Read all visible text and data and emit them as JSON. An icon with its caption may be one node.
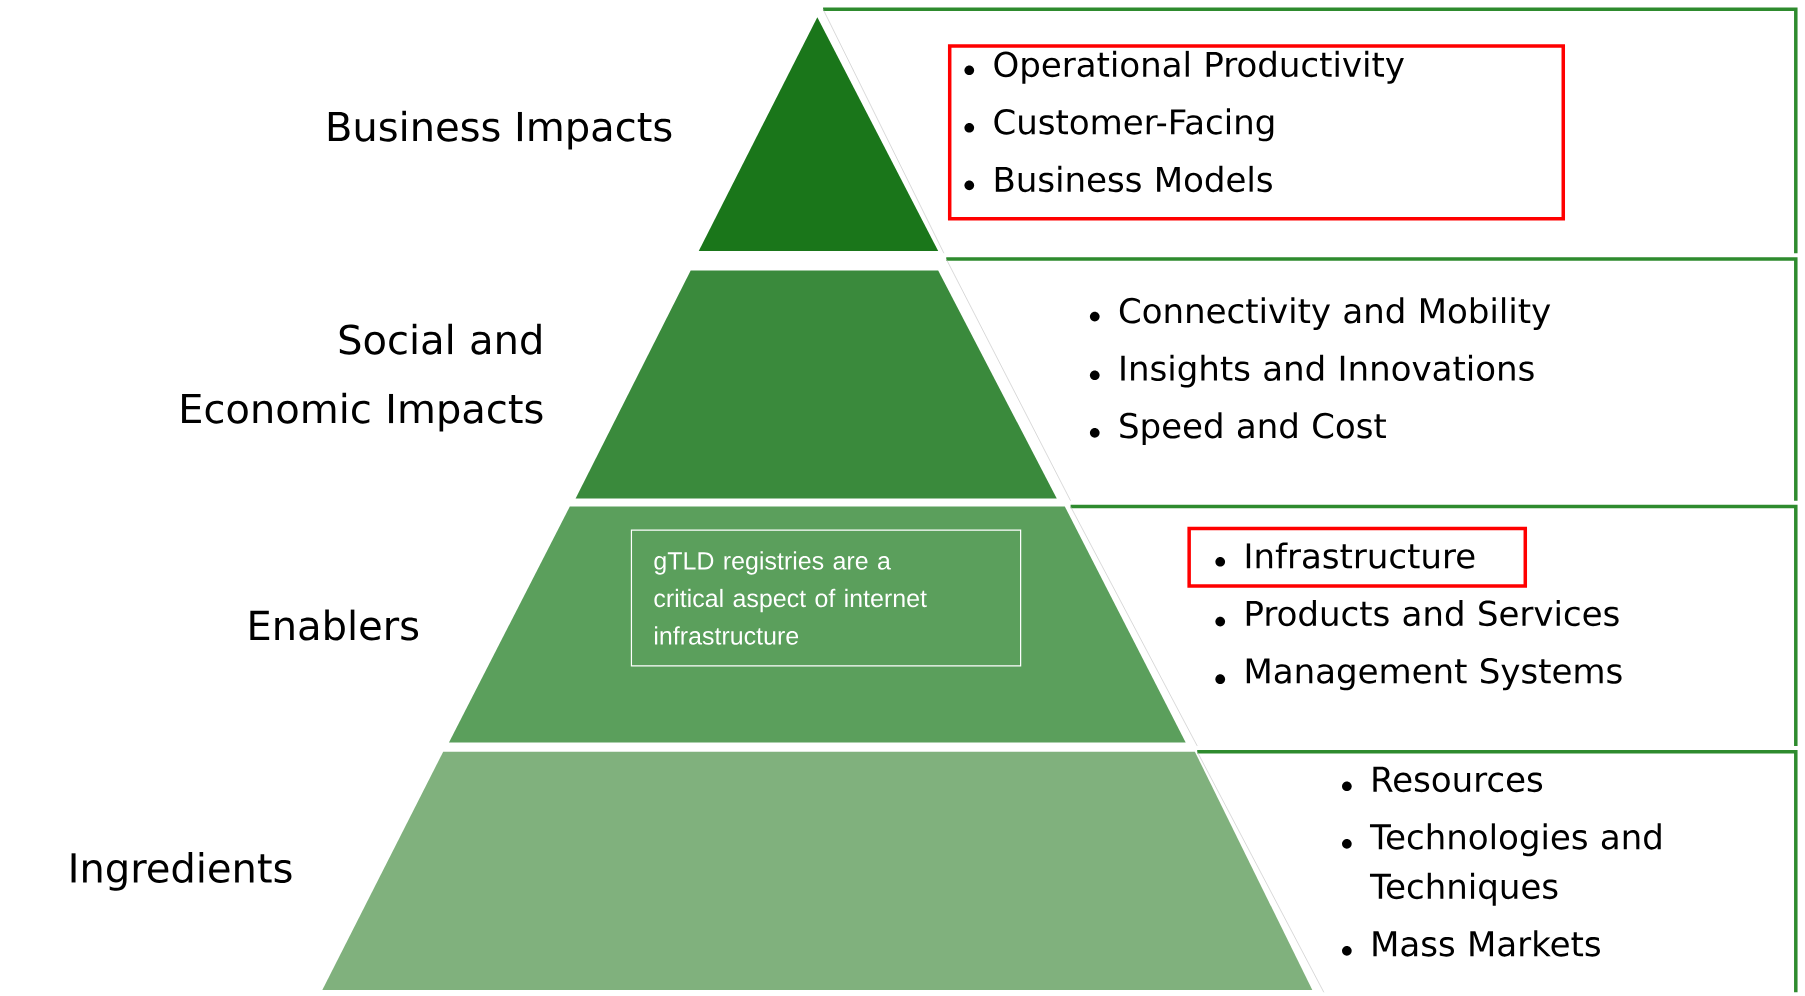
{
  "diagram": {
    "nodes": [
      {
        "text": [
          "Business Impacts"
        ]
      },
      {
        "text": [
          "Operational Productivity",
          "Customer-Facing",
          "Business Models"
        ]
      },
      {
        "text": [
          "Social and Economic Impacts"
        ]
      },
      {
        "text": [
          "Connectivity and Mobility",
          "Insights and Innovations",
          "Speed and Cost"
        ]
      },
      {
        "text": [
          "Enablers"
        ]
      },
      {
        "text": [
          "gTLD registries are a critical aspect of internet infrastructure"
        ],
        "in": 4
      },
      {
        "text": [
          "Infrastructure",
          "Products and Services",
          "Management Systems"
        ]
      },
      {
        "text": [
          "Ingredients"
        ]
      },
      {
        "text": [
          "Resources",
          "Technologies and Techniques",
          "Mass Markets"
        ]
      }
    ]
  }
}
